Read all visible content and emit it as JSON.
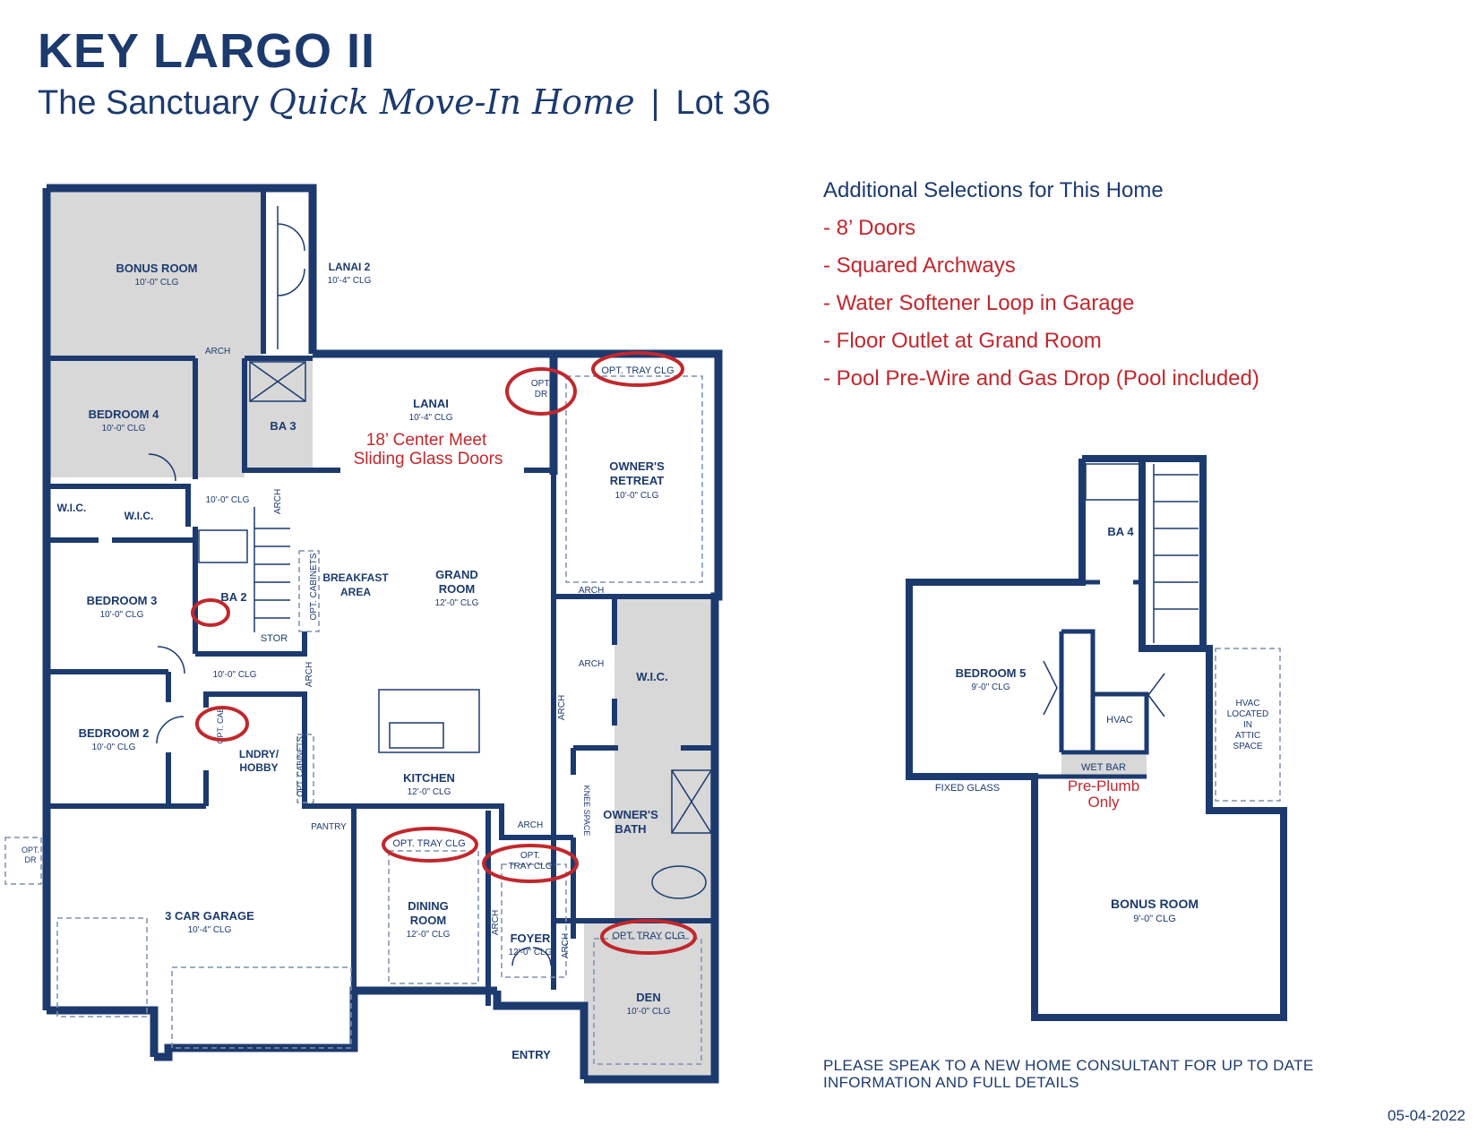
{
  "header": {
    "title": "KEY LARGO II",
    "community": "The Sanctuary",
    "home_type": "Quick Move-In Home",
    "separator": "|",
    "lot": "Lot 36"
  },
  "selections": {
    "heading": "Additional Selections for This Home",
    "items": [
      "- 8’ Doors",
      "- Squared Archways",
      "- Water Softener Loop in Garage",
      "- Floor Outlet at Grand Room",
      "- Pool Pre-Wire and Gas Drop (Pool included)"
    ]
  },
  "first_floor": {
    "bonus": {
      "name": "BONUS ROOM",
      "clg": "10'-0\" CLG"
    },
    "lanai2": {
      "name": "LANAI 2",
      "clg": "10'-4\" CLG"
    },
    "arch_top": "ARCH",
    "bedroom4": {
      "name": "BEDROOM 4",
      "clg": "10'-0\" CLG"
    },
    "ba3": "BA 3",
    "lanai": {
      "name": "LANAI",
      "clg": "10'-4\" CLG"
    },
    "opt_dr": [
      "OPT.",
      "DR"
    ],
    "opt_tray_owner": "OPT. TRAY CLG",
    "sliding_note": [
      "18’ Center Meet",
      "Sliding Glass Doors"
    ],
    "owners_retreat": {
      "name1": "OWNER'S",
      "name2": "RETREAT",
      "clg": "10'-0\" CLG"
    },
    "wic1": "W.I.C.",
    "wic2": "W.I.C.",
    "hall_clg": "10'-0\" CLG",
    "arch_hall": "ARCH",
    "opt_cabinets": "OPT. CABINETS",
    "breakfast": [
      "BREAKFAST",
      "AREA"
    ],
    "grand_room": {
      "name1": "GRAND",
      "name2": "ROOM",
      "clg": "12'-0\" CLG"
    },
    "bedroom3": {
      "name": "BEDROOM 3",
      "clg": "10'-0\" CLG"
    },
    "ba2": "BA 2",
    "stor": "STOR",
    "arch_retreat": "ARCH",
    "arch_wic": "ARCH",
    "wic_owner": "W.I.C.",
    "hall2_clg": "10'-0\" CLG",
    "arch_mid": "ARCH",
    "bedroom2": {
      "name": "BEDROOM 2",
      "clg": "10'-0\" CLG"
    },
    "opt_cab": "OPT. CAB",
    "laundry": [
      "LNDRY/",
      "HOBBY"
    ],
    "opt_cabinets2": "OPT. CABINETS",
    "kitchen": {
      "name": "KITCHEN",
      "clg": "12'-0\" CLG"
    },
    "arch_bath": "ARCH",
    "knee_space": "KNEE SPACE",
    "owners_bath": [
      "OWNER'S",
      "BATH"
    ],
    "pantry": "PANTRY",
    "arch_foyer": "ARCH",
    "opt_tray_dining": "OPT. TRAY CLG",
    "opt_tray_foyer": [
      "OPT.",
      "TRAY CLG"
    ],
    "garage_opt_dr": [
      "OPT.",
      "DR"
    ],
    "garage": {
      "name": "3 CAR GARAGE",
      "clg": "10'-4\" CLG"
    },
    "dining": {
      "name1": "DINING",
      "name2": "ROOM",
      "clg": "12'-0\" CLG"
    },
    "arch_dining": "ARCH",
    "foyer": {
      "name": "FOYER",
      "clg": "12'-0\" CLG"
    },
    "arch_den": "ARCH",
    "opt_tray_den": "OPT. TRAY CLG",
    "den": {
      "name": "DEN",
      "clg": "10'-0\" CLG"
    },
    "entry": "ENTRY"
  },
  "second_floor": {
    "ba4": "BA 4",
    "bedroom5": {
      "name": "BEDROOM 5",
      "clg": "9'-0\" CLG"
    },
    "hvac": "HVAC",
    "attic": [
      "HVAC",
      "LOCATED",
      "IN",
      "ATTIC",
      "SPACE"
    ],
    "wet_bar": "WET BAR",
    "fixed_glass": "FIXED GLASS",
    "pre_plumb": [
      "Pre-Plumb",
      "Only"
    ],
    "bonus": {
      "name": "BONUS ROOM",
      "clg": "9'-0\" CLG"
    }
  },
  "footer": {
    "consult_note": "PLEASE SPEAK TO A NEW HOME CONSULTANT FOR UP TO DATE INFORMATION AND FULL DETAILS",
    "date": "05-04-2022"
  },
  "colors": {
    "navy": "#1c3a6e",
    "red": "#c0282d",
    "gray": "#d8d8d8"
  }
}
